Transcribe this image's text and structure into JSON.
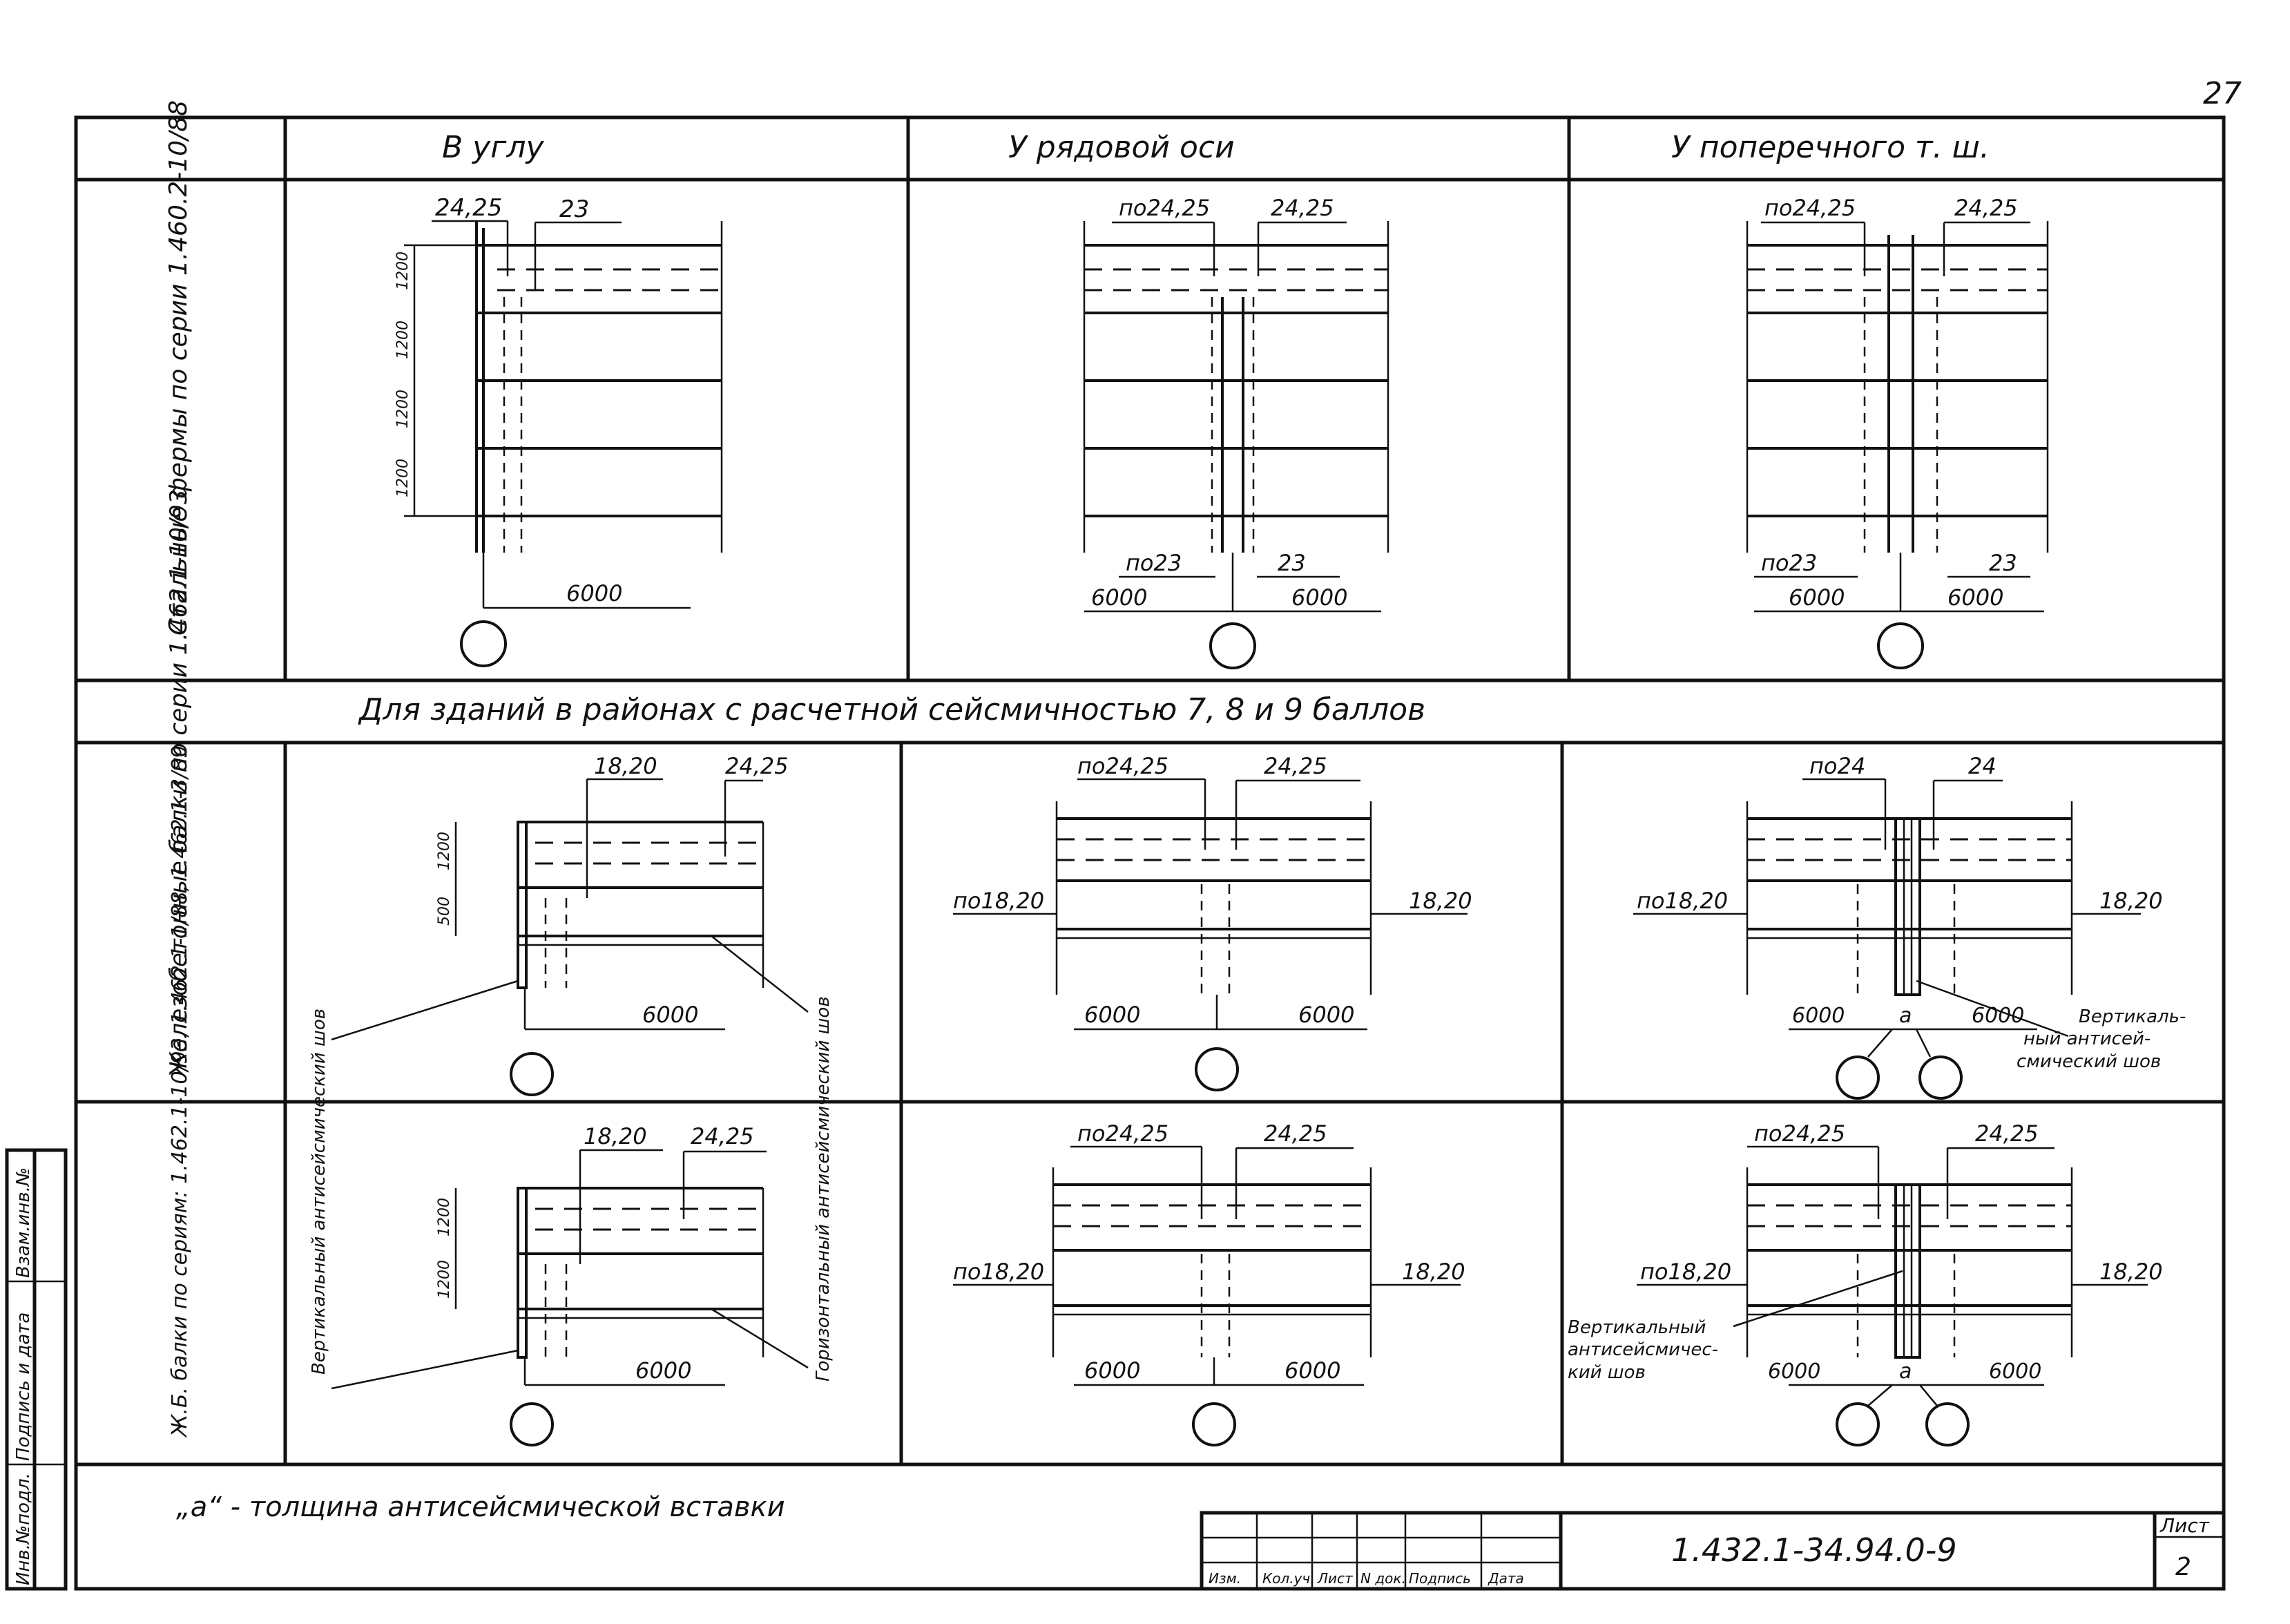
{
  "page_number": "27",
  "headers": {
    "corner": "В углу",
    "row_axis": "У рядовой оси",
    "transverse": "У поперечного т. ш."
  },
  "rows": {
    "steel_trusses": "Стальные фермы по серии 1.460.2-10/88",
    "rc_beams": "Железобетонные балки по серии 1.462.1-10/93",
    "rc_beams_series": "Ж.Б. балки по сериям: 1.462.1-10/93, 1.462.1-1/88, 1.462.1-3/89"
  },
  "seismic_band": "Для зданий в районах с расчетной сейсмичностью 7, 8 и 9 баллов",
  "labels": {
    "l2425": "24,25",
    "l23": "23",
    "po2425": "по24,25",
    "po23": "по23",
    "l6000": "6000",
    "l1820": "18,20",
    "po1820": "по18,20",
    "po24": "по24",
    "l24": "24",
    "a": "а",
    "d1200": "1200",
    "d500": "500",
    "vert_seam": "Вертикальный антисейсмический шов",
    "horiz_seam": "Горизонтальный антисейсмический шов"
  },
  "note": "„а“ - толщина антисейсмической вставки",
  "stamp": {
    "code": "1.432.1-34.94.0-9",
    "sheet_label": "Лист",
    "sheet_no": "2",
    "cols": [
      "Изм.",
      "Кол.уч.",
      "Лист",
      "N док.",
      "Подпись",
      "Дата"
    ]
  },
  "side_strip": [
    "Инв.№подл.",
    "Подпись и дата",
    "Взам.инв.№"
  ]
}
